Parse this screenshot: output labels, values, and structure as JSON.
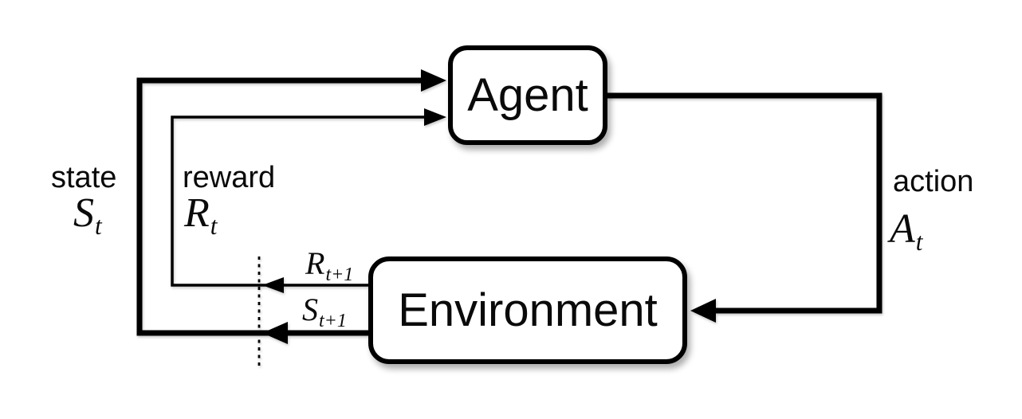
{
  "diagram": {
    "name": "agent-environment-interaction-loop",
    "background": "#ffffff",
    "line_color": "#000000",
    "boxes": {
      "agent": {
        "label": "Agent"
      },
      "environment": {
        "label": "Environment"
      }
    },
    "edges": {
      "state": {
        "label": "state",
        "symbol_base": "S",
        "symbol_sub": "t"
      },
      "reward": {
        "label": "reward",
        "symbol_base": "R",
        "symbol_sub": "t"
      },
      "action": {
        "label": "action",
        "symbol_base": "A",
        "symbol_sub": "t"
      },
      "next_reward": {
        "symbol_base": "R",
        "symbol_sub": "t+1"
      },
      "next_state": {
        "symbol_base": "S",
        "symbol_sub": "t+1"
      }
    }
  }
}
